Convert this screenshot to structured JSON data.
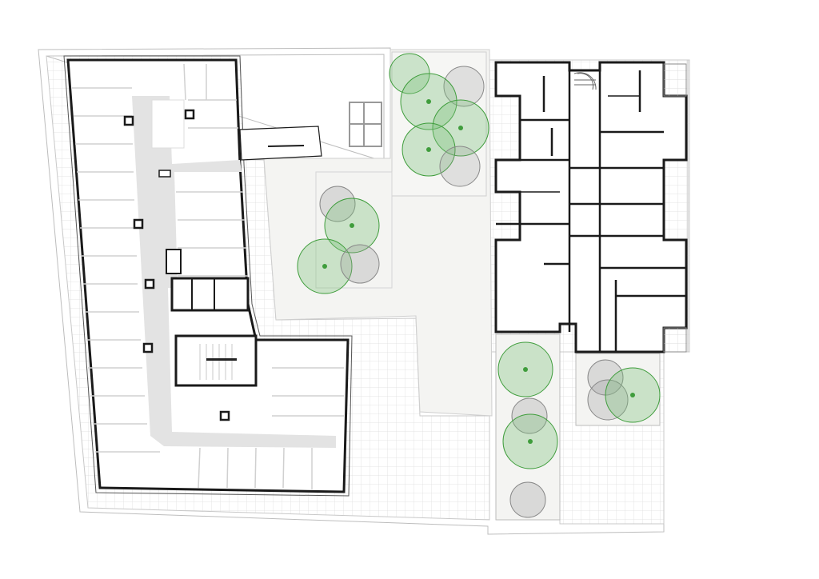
{
  "drawing": {
    "type": "architectural-floor-plan",
    "colors": {
      "wall": "#1a1a1a",
      "corridor": "#e3e3e3",
      "courtyard": "#f4f4f2",
      "grid": "#d8d8d8",
      "tree_fill": "#7cc17a",
      "tree_stroke": "#3f9d3c",
      "tree_shadow": "#9a9a9a"
    },
    "icons": [
      "tree-symbol",
      "stair-symbol",
      "door-swing-symbol"
    ]
  }
}
